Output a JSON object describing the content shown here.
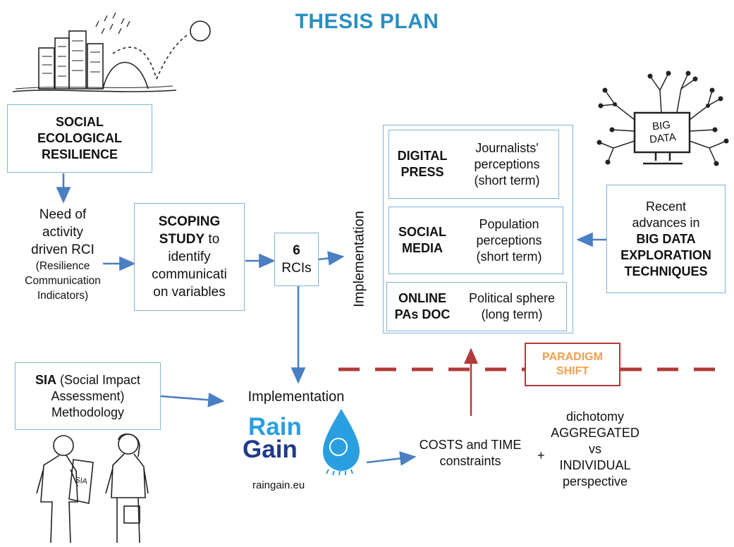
{
  "title": "THESIS PLAN",
  "ser_box": {
    "line1": "SOCIAL",
    "line2": "ECOLOGICAL",
    "line3": "RESILIENCE"
  },
  "need": {
    "line1": "Need of",
    "line2": "activity",
    "line3": "driven RCI",
    "line4": "(Resilience",
    "line5": "Communication",
    "line6": "Indicators)"
  },
  "scoping": {
    "bold1": "SCOPING",
    "bold2": "STUDY",
    "rest2": " to",
    "line3": "identify",
    "line4": "communicati",
    "line5": "on variables"
  },
  "rci": {
    "number": "6",
    "label": "RCIs"
  },
  "impl_vertical": "Implementation",
  "impl_horizontal": "Implementation",
  "rows": [
    {
      "source1": "DIGITAL",
      "source2": "PRESS",
      "desc1": "Journalists'",
      "desc2": "perceptions",
      "desc3": "(short term)"
    },
    {
      "source1": "SOCIAL",
      "source2": "MEDIA",
      "desc1": "Population",
      "desc2": "perceptions",
      "desc3": "(short term)"
    },
    {
      "source1": "ONLINE",
      "source2": "PAs DOC",
      "desc1": "Political sphere",
      "desc2": "(long term)"
    }
  ],
  "bigdata_icon_text": {
    "line1": "BIG",
    "line2": "DATA"
  },
  "advances": {
    "line1": "Recent",
    "line2": "advances in",
    "bold1": "BIG DATA",
    "bold2": "EXPLORATION",
    "bold3": "TECHNIQUES"
  },
  "sia": {
    "bold": "SIA",
    "rest1": " (Social Impact",
    "line2": "Assessment)",
    "line3": "Methodology"
  },
  "sia_sketch_label": "SIA",
  "paradigm": {
    "line1": "PARADIGM",
    "line2": "SHIFT"
  },
  "raingain": {
    "word1": "Rain",
    "word2": "Gain",
    "url": "raingain.eu"
  },
  "costs": {
    "line1": "COSTS and TIME",
    "line2": "constraints"
  },
  "plus": "+",
  "dichotomy": {
    "line1": "dichotomy",
    "line2": "AGGREGATED",
    "line3": "vs",
    "line4": "INDIVIDUAL",
    "line5": "perspective"
  },
  "colors": {
    "title": "#2b8fc0",
    "box_border": "#7fb3d5",
    "arrow": "#4a7fc1",
    "red_dash": "#b23a3a",
    "paradigm_text": "#f0a04b",
    "rain_dark": "#1f3a8a",
    "rain_light": "#2a9fe0"
  }
}
